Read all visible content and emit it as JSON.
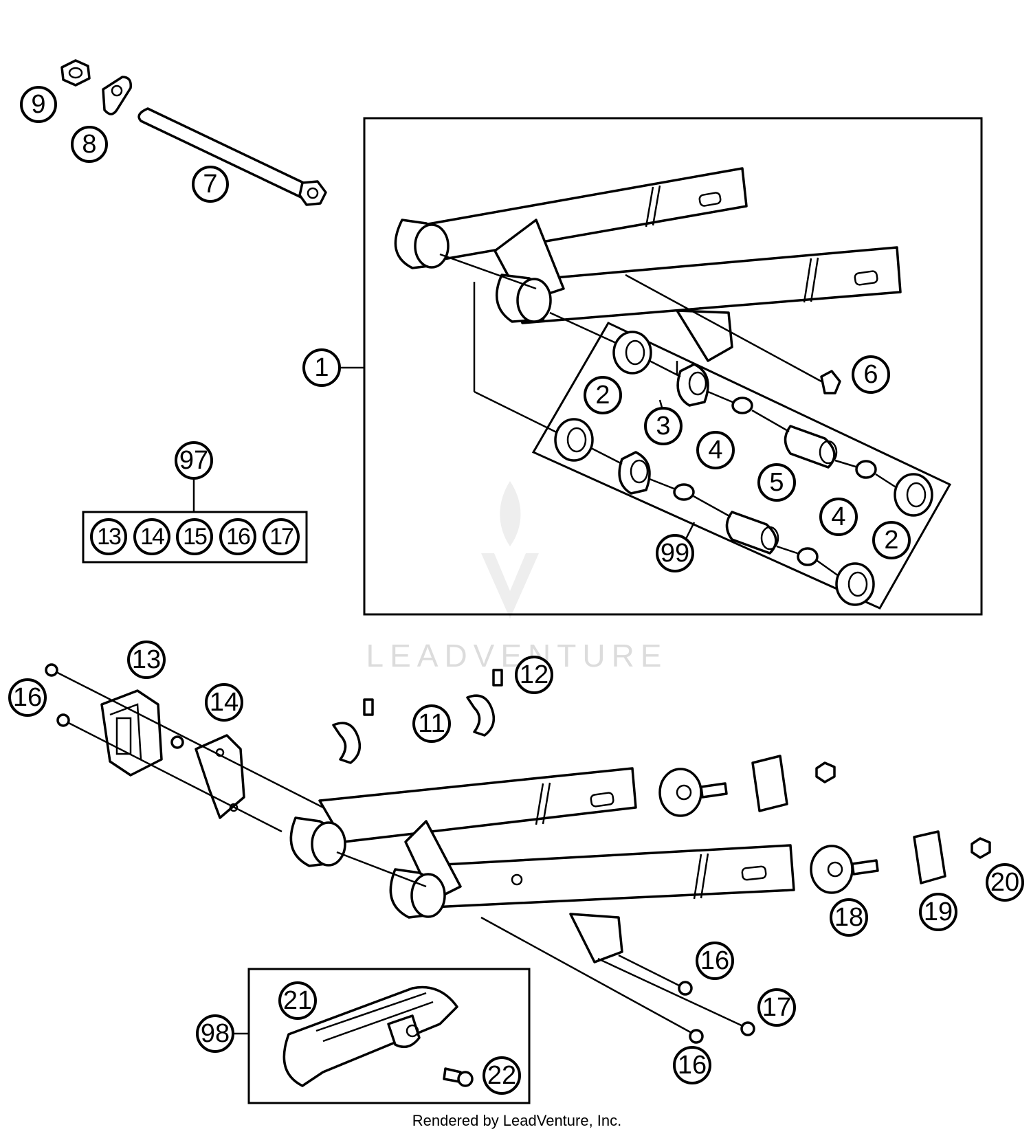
{
  "callouts": {
    "c1": "1",
    "c2a": "2",
    "c2b": "2",
    "c3": "3",
    "c4a": "4",
    "c4b": "4",
    "c5": "5",
    "c6": "6",
    "c7": "7",
    "c8": "8",
    "c9": "9",
    "c97": "97",
    "c99": "99",
    "c13_kit": "13",
    "c14_kit": "14",
    "c15_kit": "15",
    "c16_kit": "16",
    "c17_kit": "17",
    "c13": "13",
    "c14": "14",
    "c11": "11",
    "c12": "12",
    "c16a": "16",
    "c16b": "16",
    "c16c": "16",
    "c17": "17",
    "c18": "18",
    "c19": "19",
    "c20": "20",
    "c21": "21",
    "c22": "22",
    "c98": "98"
  },
  "watermark": {
    "brand": "LEADVENTURE"
  },
  "footer": {
    "text": "Rendered by LeadVenture, Inc."
  }
}
